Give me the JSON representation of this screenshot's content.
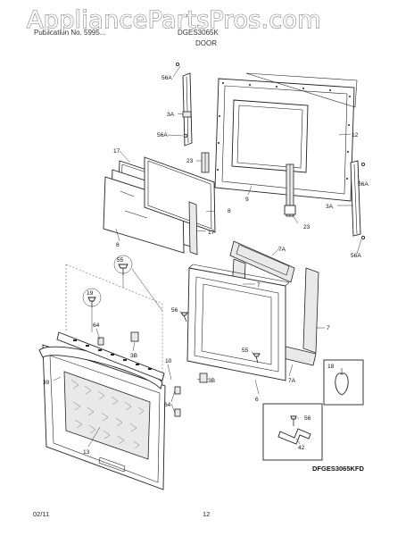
{
  "watermark": "AppliancePartsPros.com",
  "header": {
    "left_text": "Publication No. 5995...",
    "model_text": "DGES3065K",
    "section_title": "DOOR"
  },
  "callouts": {
    "c56A_top": "56A",
    "c3A_top": "3A",
    "c56A_mid": "56A",
    "c12": "12",
    "c17_top": "17",
    "c23_left": "23",
    "c9": "9",
    "c8_a": "8",
    "c17_bot": "17",
    "c8_b": "8",
    "c23_right": "23",
    "c3A_right": "3A",
    "c56A_right": "56A",
    "c56A_bot": "56A",
    "c55_top": "55",
    "c19": "19",
    "c64_top": "64",
    "c7A_top": "7A",
    "c7_a": "7",
    "c56": "56",
    "c7_b": "7",
    "c3B_a": "3B",
    "c39": "39",
    "c10": "10",
    "c55_bot": "55",
    "c7A_bot": "7A",
    "c3B_b": "3B",
    "c18": "18",
    "c64_bot": "64",
    "c6": "6",
    "c56_box": "56",
    "c42": "42",
    "c13": "13"
  },
  "diagram_code": "DFGES3065KFD",
  "footer": {
    "date": "02/11",
    "page": "12"
  }
}
